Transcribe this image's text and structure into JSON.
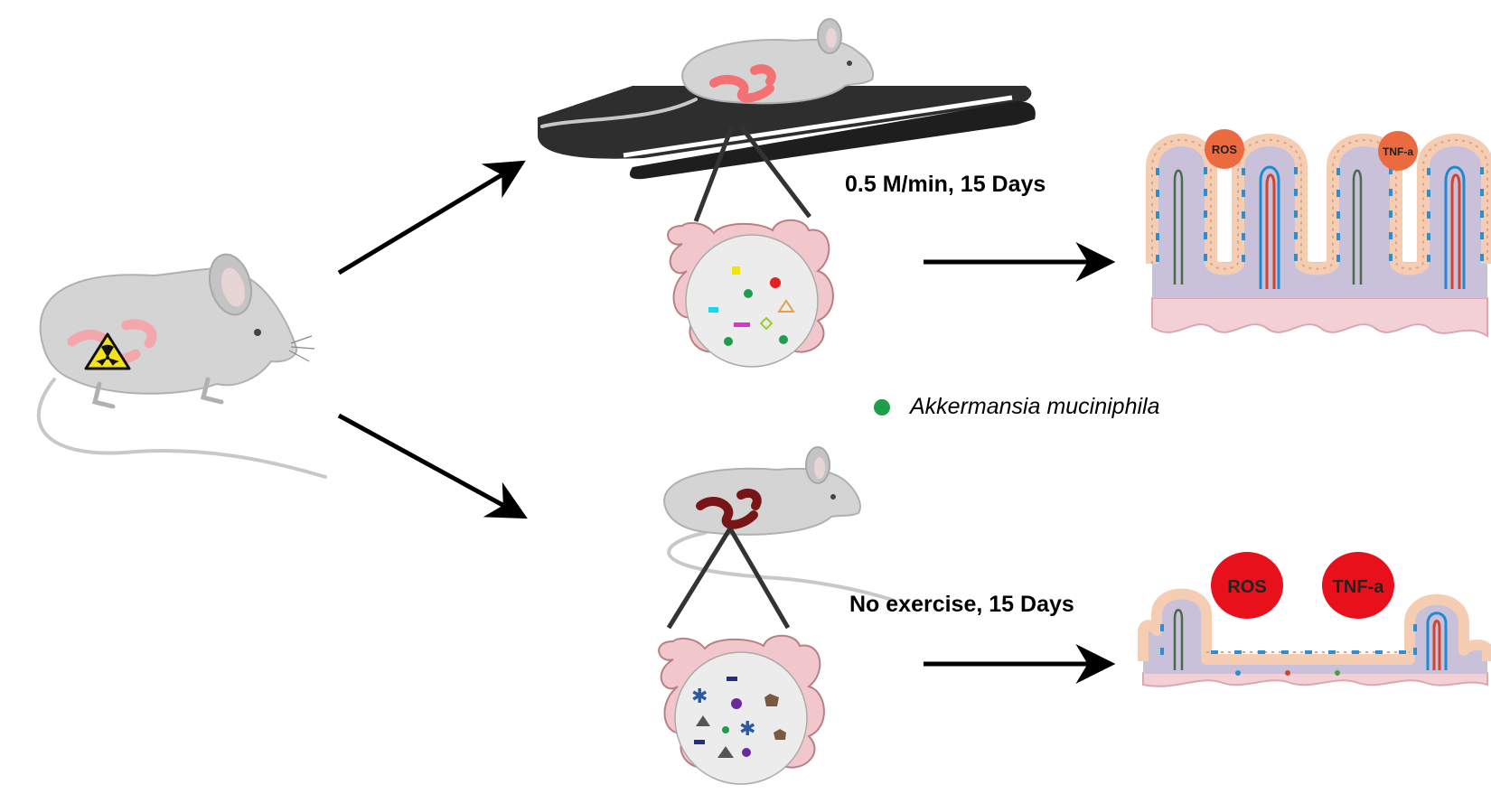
{
  "labels": {
    "exercise_condition": "0.5 M/min, 15 Days",
    "no_exercise_condition": "No exercise, 15 Days",
    "legend_species": "Akkermansia muciniphila"
  },
  "markers": {
    "top_ros": "ROS",
    "top_tnf": "TNF-a",
    "bottom_ros": "ROS",
    "bottom_tnf": "TNF-a"
  },
  "colors": {
    "mouse_body": "#d4d4d4",
    "intestine": "#f2c7cc",
    "akkermansia": "#1e9e4c",
    "marker_small": "#ec6a3f",
    "marker_large": "#e8111b",
    "treadmill": "#2e2e2e",
    "villus_tissue": "#c9c0d9",
    "epithelium": "#f5cdb3",
    "muscle_layer": "#f3d0d6"
  },
  "icons": {
    "radiation": "radiation-warning-icon"
  }
}
